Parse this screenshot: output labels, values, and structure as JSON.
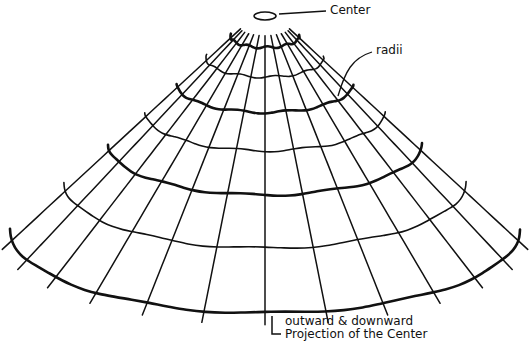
{
  "diagram": {
    "labels": [
      "Center",
      "radii",
      "outward & downward Projection of the Center"
    ]
  }
}
